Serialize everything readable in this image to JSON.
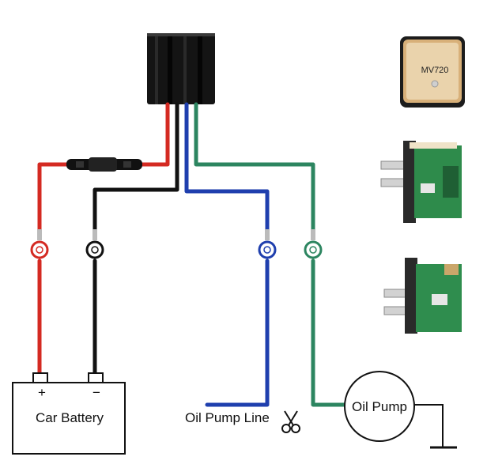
{
  "labels": {
    "battery": "Car Battery",
    "battery_plus": "+",
    "battery_minus": "−",
    "oil_pump_line": "Oil Pump Line",
    "oil_pump": "Oil Pump",
    "gps_chip": "MV720"
  },
  "wires": {
    "red": "#d42a22",
    "black": "#111111",
    "blue": "#1f3fae",
    "green": "#2c8560"
  },
  "icons": {
    "scissors": "scissors-icon",
    "ground": "ground-icon"
  }
}
